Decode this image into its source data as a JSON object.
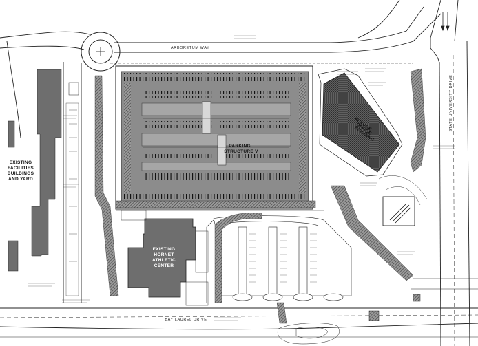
{
  "labels": {
    "arboretum_way": "ARBORETUM WAY",
    "state_university_drive": "STATE UNIVERSITY DRIVE",
    "bay_laurel_drive": "BAY LAUREL DRIVE",
    "existing_facilities_line1": "EXISTING",
    "existing_facilities_line2": "FACILITIES",
    "existing_facilities_line3": "BUILDINGS",
    "existing_facilities_line4": "AND YARD",
    "parking_line1": "PARKING",
    "parking_line2": "STRUCTURE V",
    "hornet_line1": "EXISTING",
    "hornet_line2": "HORNET",
    "hornet_line3": "ATHLETIC",
    "hornet_line4": "CENTER",
    "future_line1": "FUTURE",
    "future_line2": "OFFICE",
    "future_line3": "BUILDING"
  },
  "colors": {
    "building_fill": "#6e6e6e",
    "garage_fill": "#8a8a8a",
    "hatch_fill": "#5c5c5c",
    "line": "#222222",
    "background": "#ffffff"
  },
  "icons": {
    "roundabout": "roundabout-symbol",
    "north_arrows": "one-way-arrows"
  }
}
